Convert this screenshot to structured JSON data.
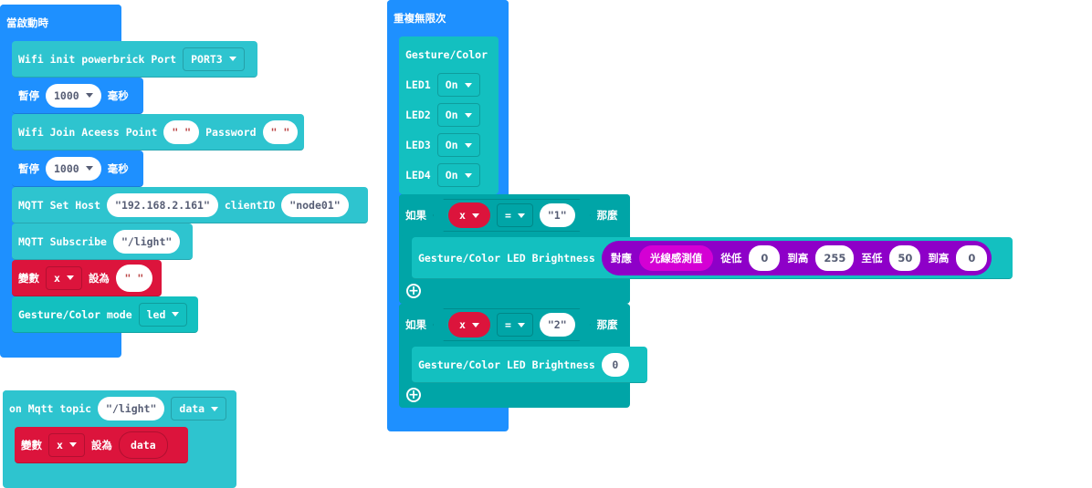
{
  "on_start": {
    "label": "當啟動時",
    "wifi_init": {
      "label": "Wifi init powerbrick Port",
      "port": "PORT3"
    },
    "pause1": {
      "label": "暫停",
      "value": "1000",
      "unit": "毫秒"
    },
    "wifi_join": {
      "label": "Wifi Join Aceess Point",
      "ssid": "\" \"",
      "password_label": "Password",
      "password": "\" \""
    },
    "pause2": {
      "label": "暫停",
      "value": "1000",
      "unit": "毫秒"
    },
    "mqtt_host": {
      "label": "MQTT Set Host",
      "host": "\"192.168.2.161\"",
      "client_label": "clientID",
      "client": "\"node01\""
    },
    "mqtt_sub": {
      "label": "MQTT Subscribe",
      "topic": "\"/light\""
    },
    "set_var": {
      "label": "變數",
      "var": "x",
      "set_label": "設為",
      "value": "\" \""
    },
    "gesture_mode": {
      "label": "Gesture/Color mode",
      "mode": "led"
    }
  },
  "on_mqtt": {
    "label": "on Mqtt topic",
    "topic": "\"/light\"",
    "param": "data",
    "set_var": {
      "label": "變數",
      "var": "x",
      "set_label": "設為",
      "value": "data"
    }
  },
  "forever": {
    "label": "重複無限次",
    "gesture": {
      "label": "Gesture/Color",
      "leds": [
        {
          "label": "LED1",
          "value": "On"
        },
        {
          "label": "LED2",
          "value": "On"
        },
        {
          "label": "LED3",
          "value": "On"
        },
        {
          "label": "LED4",
          "value": "On"
        }
      ]
    },
    "if1": {
      "if_label": "如果",
      "var": "x",
      "op": "=",
      "value": "\"1\"",
      "then_label": "那麼",
      "brightness": {
        "label": "Gesture/Color LED Brightness",
        "map_label": "對應",
        "sensor": "光線感測值",
        "from_low_label": "從低",
        "from_low": "0",
        "from_high_label": "到高",
        "from_high": "255",
        "to_low_label": "至低",
        "to_low": "50",
        "to_high_label": "到高",
        "to_high": "0"
      }
    },
    "if2": {
      "if_label": "如果",
      "var": "x",
      "op": "=",
      "value": "\"2\"",
      "then_label": "那麼",
      "brightness": {
        "label": "Gesture/Color LED Brightness",
        "value": "0"
      }
    }
  }
}
